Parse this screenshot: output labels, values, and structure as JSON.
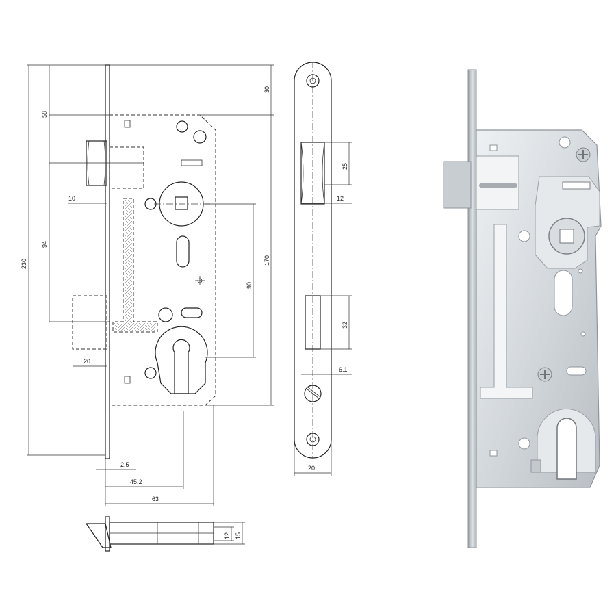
{
  "drawing": {
    "dimensions": {
      "d230": "230",
      "d58": "58",
      "d94": "94",
      "d10": "10",
      "d20_bolt": "20",
      "d2_5": "2.5",
      "d45_2": "45.2",
      "d63": "63",
      "d30": "30",
      "d170": "170",
      "d90": "90",
      "d25": "25",
      "d12_side": "12",
      "d32": "32",
      "d6_1": "6.1",
      "d20_plate": "20",
      "d12_bottom": "12",
      "d15_bottom": "15"
    }
  },
  "photo": {
    "colors": {
      "metal_light": "#dfe3e6",
      "metal_mid": "#b9bfc4",
      "metal_dark": "#8e959a"
    }
  }
}
